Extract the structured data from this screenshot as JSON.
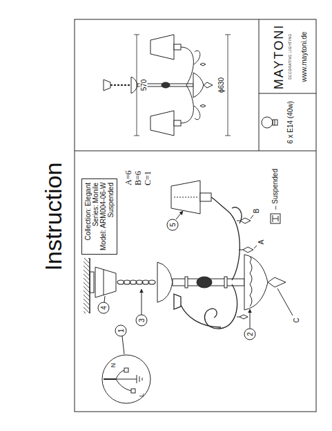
{
  "diagram": {
    "title": "Instruction",
    "nodes": [
      {
        "text": [
          "Collection: Elegant",
          "Series: Monile",
          "Model: ARM004-06-W",
          "Suspended"
        ]
      }
    ],
    "labels": [
      "A=6",
      "B=6",
      "C=1",
      "1",
      "2",
      "3",
      "4",
      "5",
      "A",
      "B",
      "C",
      "L",
      "N",
      "570",
      "ϕ630",
      "6 x E14 (40w)",
      "MAYTONI",
      "DECORATIVE LIGHTING",
      "www.maytoni.de"
    ],
    "legend": [
      {
        "text": "– Suspended"
      }
    ]
  }
}
